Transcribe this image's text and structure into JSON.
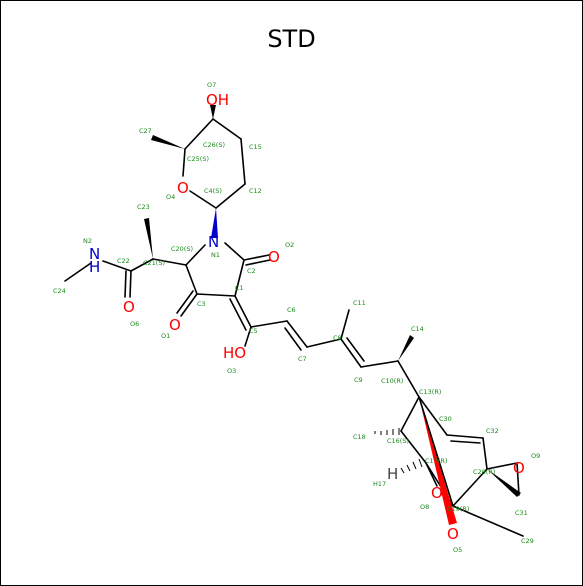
{
  "title": "STD",
  "colors": {
    "carbon": "#000000",
    "oxygen": "#ff0000",
    "nitrogen": "#0000cc",
    "label": "#1c8a1c",
    "hydrogen": "#444444"
  },
  "atoms": {
    "O7": "OH",
    "O4": "O",
    "N1": "N",
    "N2": "N",
    "H_N2": "H",
    "O2": "O",
    "O1": "O",
    "O6": "O",
    "O3": "HO",
    "O9": "O",
    "O8": "O",
    "O5": "O",
    "H17": "H"
  },
  "labels": {
    "O7": "O7",
    "C27": "C27",
    "C26": "C26(S)",
    "C25": "C25(S)",
    "C15": "C15",
    "O4": "O4",
    "C4": "C4(S)",
    "C12": "C12",
    "C23": "C23",
    "N2": "N2",
    "C20": "C20(S)",
    "O2": "O2",
    "C22": "C22",
    "C21": "C21(S)",
    "N1": "N1",
    "C2": "C2",
    "C24": "C24",
    "C1": "C1",
    "C11": "C11",
    "C6": "C6",
    "C3": "C3",
    "C8": "C8",
    "C14": "C14",
    "O6": "O6",
    "O1": "O1",
    "C5": "C5",
    "C7": "C7",
    "O3": "O3",
    "C9": "C9",
    "C10": "C10(R)",
    "C13": "C13(R)",
    "C30": "C30",
    "C18": "C18",
    "C16": "C16(S)",
    "C32": "C32",
    "O9": "O9",
    "C17": "C17(R)",
    "C28": "C28(R)",
    "H17": "H17",
    "O8": "O8",
    "C19": "C19(R)",
    "C31": "C31",
    "O5": "O5",
    "C29": "C29"
  }
}
